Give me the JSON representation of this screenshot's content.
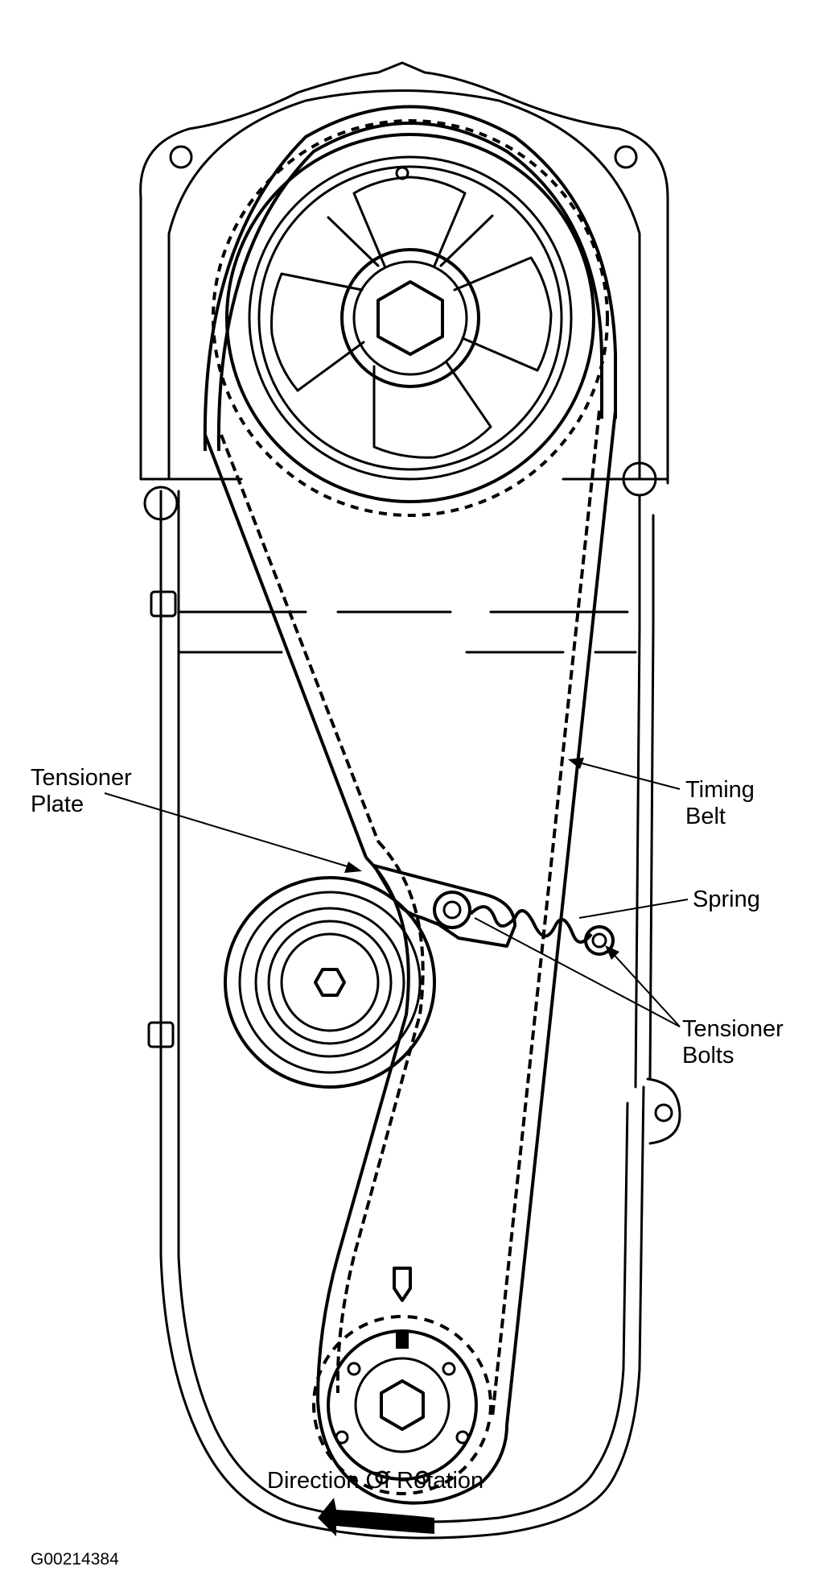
{
  "labels": {
    "tensioner_plate": [
      "Tensioner",
      "Plate"
    ],
    "timing_belt": [
      "Timing",
      "Belt"
    ],
    "spring": "Spring",
    "tensioner_bolts": [
      "Tensioner",
      "Bolts"
    ],
    "direction": "Direction Of Rotation",
    "figure_code": "G00214384"
  }
}
